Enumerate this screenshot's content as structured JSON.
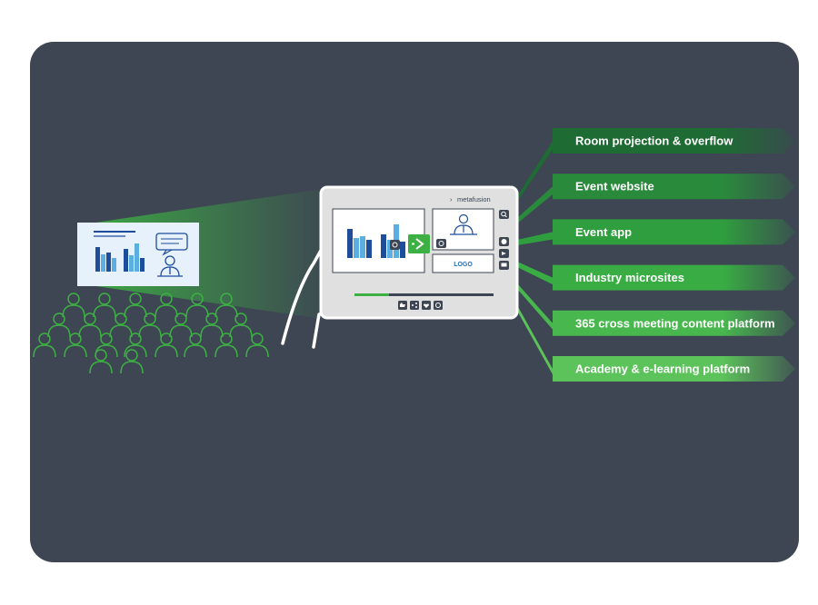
{
  "tablet": {
    "brand": "metafusion",
    "logo_placeholder": "LOGO"
  },
  "channels": [
    {
      "label": "Room projection & overflow",
      "color": "#1f6b34"
    },
    {
      "label": "Event website",
      "color": "#2a8a3c"
    },
    {
      "label": "Event app",
      "color": "#2f9e3e"
    },
    {
      "label": "Industry microsites",
      "color": "#39ad44"
    },
    {
      "label": "365 cross meeting content platform",
      "color": "#48b84e"
    },
    {
      "label": "Academy & e-learning platform",
      "color": "#5cc25a"
    }
  ],
  "colors": {
    "background": "#3d4652",
    "accent_green": "#3cb043",
    "screen": "#e6f1fb",
    "bar_dark": "#1e4d9c",
    "bar_light": "#5aaee0"
  },
  "icons": [
    "play-arrow-icon",
    "search-icon",
    "info-icon",
    "video-icon",
    "chat-icon",
    "like-icon",
    "share-icon",
    "heart-icon",
    "settings-icon",
    "presenter-icon",
    "audience-icon"
  ]
}
